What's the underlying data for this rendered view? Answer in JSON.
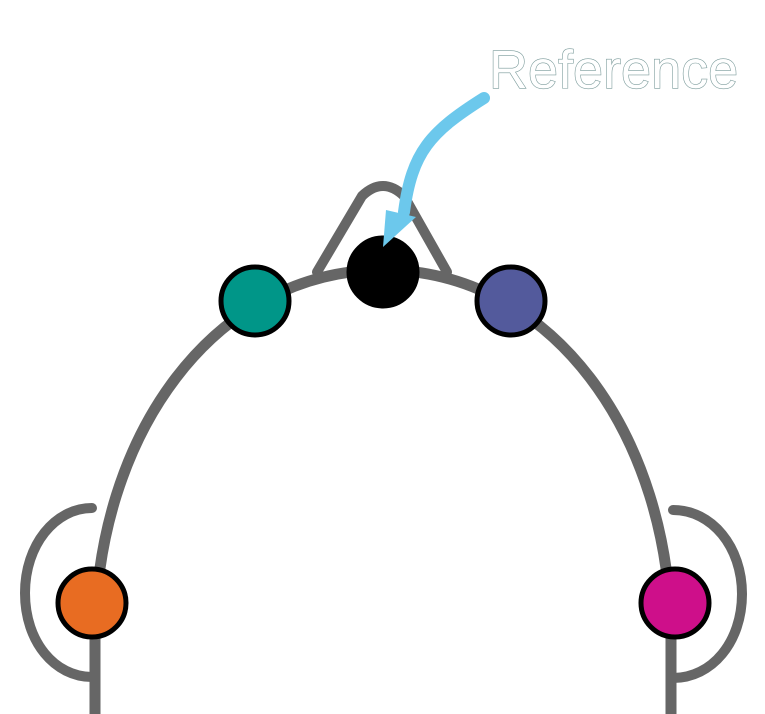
{
  "reference_label": "Reference",
  "colors": {
    "head_outline": "#666666",
    "electrode_border": "#000000",
    "reference_electrode": "#000000",
    "front_left_electrode": "#009688",
    "front_right_electrode": "#535A9C",
    "left_ear_electrode": "#E86C22",
    "right_ear_electrode": "#CE0F8A",
    "arrow": "#6CC8EC",
    "label_fill": "#FFFFFF",
    "label_outline": "#7A9A9A"
  },
  "electrodes": [
    {
      "id": "reference",
      "color_key": "reference_electrode"
    },
    {
      "id": "front-left",
      "color_key": "front_left_electrode"
    },
    {
      "id": "front-right",
      "color_key": "front_right_electrode"
    },
    {
      "id": "left-ear",
      "color_key": "left_ear_electrode"
    },
    {
      "id": "right-ear",
      "color_key": "right_ear_electrode"
    }
  ]
}
